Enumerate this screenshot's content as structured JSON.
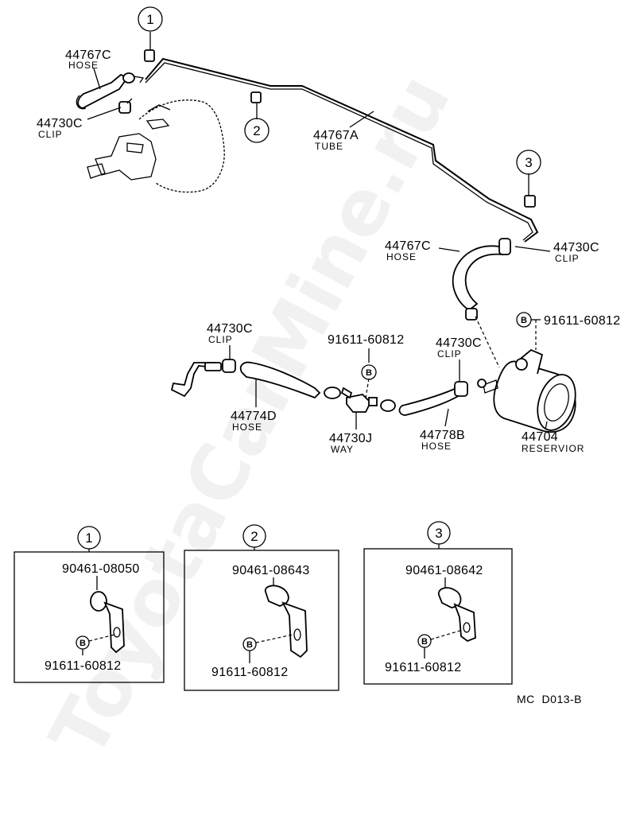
{
  "parts": {
    "hose_top": {
      "number": "44767C",
      "desc": "HOSE"
    },
    "clip_top": {
      "number": "44730C",
      "desc": "CLIP"
    },
    "tube": {
      "number": "44767A",
      "desc": "TUBE"
    },
    "hose_right": {
      "number": "44767C",
      "desc": "HOSE"
    },
    "clip_right": {
      "number": "44730C",
      "desc": "CLIP"
    },
    "bolt_reservoir": {
      "number": "91611-60812"
    },
    "clip_left": {
      "number": "44730C",
      "desc": "CLIP"
    },
    "bolt_way": {
      "number": "91611-60812"
    },
    "clip_mid": {
      "number": "44730C",
      "desc": "CLIP"
    },
    "hose_left": {
      "number": "44774D",
      "desc": "HOSE"
    },
    "way": {
      "number": "44730J",
      "desc": "WAY"
    },
    "hose_mid": {
      "number": "44778B",
      "desc": "HOSE"
    },
    "reservoir": {
      "number": "44704",
      "desc": "RESERVIOR"
    }
  },
  "callouts": {
    "c1": "1",
    "c2": "2",
    "c3": "3",
    "bolt": "B"
  },
  "details": [
    {
      "label": "1",
      "clamp": "90461-08050",
      "bolt_letter": "B",
      "bolt": "91611-60812"
    },
    {
      "label": "2",
      "clamp": "90461-08643",
      "bolt_letter": "B",
      "bolt": "91611-60812"
    },
    {
      "label": "3",
      "clamp": "90461-08642",
      "bolt_letter": "B",
      "bolt": "91611-60812"
    }
  ],
  "diagram_code": "MC  D013-B",
  "watermark": "ToyotaCarMine.ru"
}
